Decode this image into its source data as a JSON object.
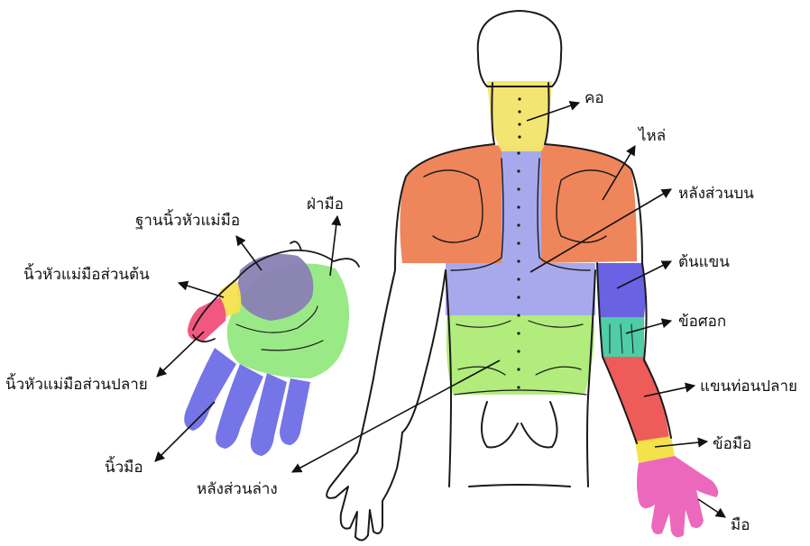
{
  "labels": {
    "neck": "คอ",
    "shoulder": "ไหล่",
    "upper_back": "หลังส่วนบน",
    "upper_arm": "ต้นแขน",
    "elbow": "ข้อศอก",
    "forearm": "แขนท่อนปลาย",
    "wrist": "ข้อมือ",
    "hand": "มือ",
    "lower_back": "หลังส่วนล่าง",
    "fingers": "นิ้วมือ",
    "distal_thumb": "นิ้วหัวแม่มือส่วนปลาย",
    "proximal_thumb": "นิ้วหัวแม่มือส่วนต้น",
    "thumb_base": "ฐานนิ้วหัวแม่มือ",
    "palm": "ฝ่ามือ"
  },
  "colors": {
    "neck": "#f3e46a",
    "shoulder": "#ee7b4c",
    "upper_back": "#9fa0ea",
    "upper_arm": "#5c55e0",
    "elbow": "#3fc9a0",
    "forearm": "#ec4e4a",
    "wrist": "#f3e040",
    "hand": "#ea5bb6",
    "lower_back": "#a9ea6e",
    "fingers": "#6767e6",
    "distal_thumb": "#f04e7a",
    "proximal_thumb": "#f5e14f",
    "thumb_base": "#8a7fb3",
    "palm": "#8fe77a",
    "outline": "#1a1a1a"
  }
}
